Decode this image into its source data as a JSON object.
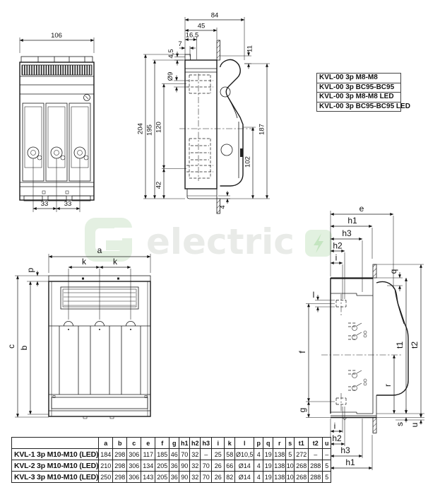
{
  "watermark": {
    "brand_text": "electric",
    "text_color": "#e9ebe8",
    "logo_color": "#e4f0e2",
    "bolt_color": "#c4e5c0"
  },
  "product_variants": {
    "items": [
      "KVL-00 3p M8-M8",
      "KVL-00 3p BC95-BC95",
      "KVL-00 3p M8-M8 LED",
      "KVL-00 3p BC95-BC95 LED"
    ]
  },
  "kvl00_front": {
    "dim_width": "106",
    "dim_pitch_left": "33",
    "dim_pitch_right": "33"
  },
  "kvl00_side": {
    "dim_depth": "84",
    "dim_front_to_plate": "45",
    "dim_16_5": "16,5",
    "dim_7": "7",
    "dim_4_5": "4,5",
    "dim_hole_dia": "Ø9",
    "dim_11": "11",
    "dim_total_height": "204",
    "dim_body_height": "195",
    "dim_hole_spacing": "120",
    "dim_42": "42",
    "dim_187": "187",
    "dim_102": "102",
    "dim_plate": "4"
  },
  "kvl_front": {
    "dim_a": "a",
    "dim_k_left": "k",
    "dim_k_right": "k",
    "dim_p": "p",
    "dim_c": "c",
    "dim_b": "b"
  },
  "kvl_side": {
    "dim_e": "e",
    "dim_h1_top": "h1",
    "dim_h3_top": "h3",
    "dim_h2_top": "h2",
    "dim_i_top": "i",
    "dim_q": "q",
    "dim_l": "l",
    "dim_f": "f",
    "dim_g": "g",
    "dim_r": "r",
    "dim_t1": "t1",
    "dim_t2": "t2",
    "dim_s": "s",
    "dim_u": "u",
    "dim_i_bottom": "i",
    "dim_h2_bottom": "h2",
    "dim_h3_bottom": "h3",
    "dim_h1_bottom": "h1"
  },
  "dimensions_table": {
    "corner": "",
    "headers": [
      "a",
      "b",
      "c",
      "e",
      "f",
      "g",
      "h1",
      "h2",
      "h3",
      "i",
      "k",
      "l",
      "p",
      "q",
      "r",
      "s",
      "t1",
      "t2",
      "u"
    ],
    "rows": [
      {
        "label": "KVL-1 3p M10-M10 (LED)",
        "values": [
          "184",
          "298",
          "306",
          "117",
          "185",
          "46",
          "70",
          "32",
          "–",
          "25",
          "58",
          "Ø10,5",
          "4",
          "19",
          "138",
          "5",
          "272",
          "–",
          "–"
        ]
      },
      {
        "label": "KVL-2 3p M10-M10 (LED)",
        "values": [
          "210",
          "298",
          "306",
          "134",
          "205",
          "36",
          "90",
          "32",
          "70",
          "26",
          "66",
          "Ø14",
          "4",
          "19",
          "138",
          "10",
          "268",
          "288",
          "5"
        ]
      },
      {
        "label": "KVL-3 3p M10-M10 (LED)",
        "values": [
          "250",
          "298",
          "306",
          "143",
          "205",
          "36",
          "90",
          "32",
          "70",
          "26",
          "82",
          "Ø14",
          "4",
          "19",
          "138",
          "10",
          "268",
          "288",
          "5"
        ]
      }
    ]
  }
}
